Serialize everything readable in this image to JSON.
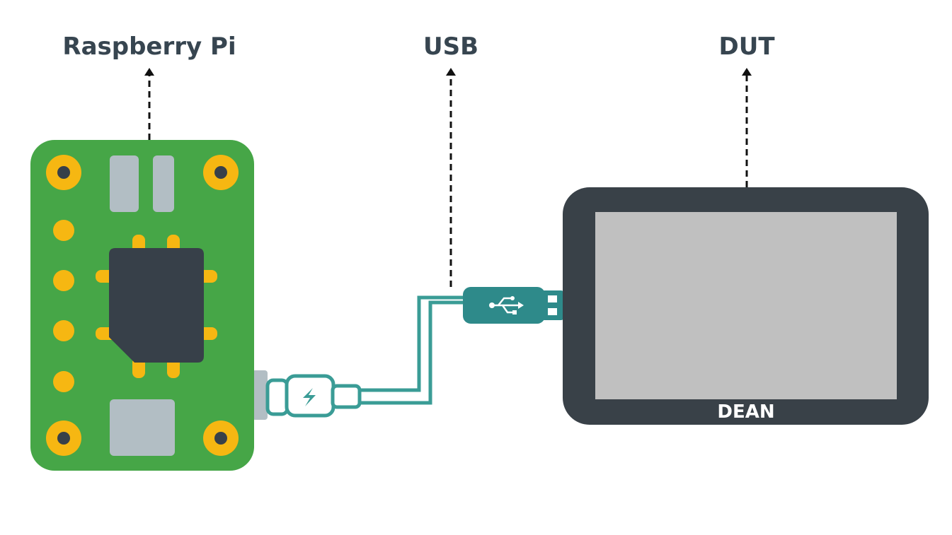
{
  "labels": {
    "raspberry_pi": "Raspberry Pi",
    "usb": "USB",
    "dut": "DUT"
  },
  "device": {
    "name": "DEAN"
  },
  "icons": {
    "board": "raspberry-pi-board-icon",
    "cable": "usb-cable-icon",
    "power_symbol": "lightning-bolt-icon",
    "usb_symbol": "usb-trident-icon",
    "device": "tablet-device-icon"
  },
  "colors": {
    "label_text": "#374550",
    "board_green": "#46a647",
    "pad_yellow": "#f6b712",
    "chip_dark": "#374049",
    "connector_gray": "#b2bec4",
    "cable_teal": "#3a9c96",
    "plug_teal": "#2e8a8a",
    "device_frame": "#394148",
    "screen_gray": "#c0c0c0",
    "device_text": "#ffffff"
  }
}
